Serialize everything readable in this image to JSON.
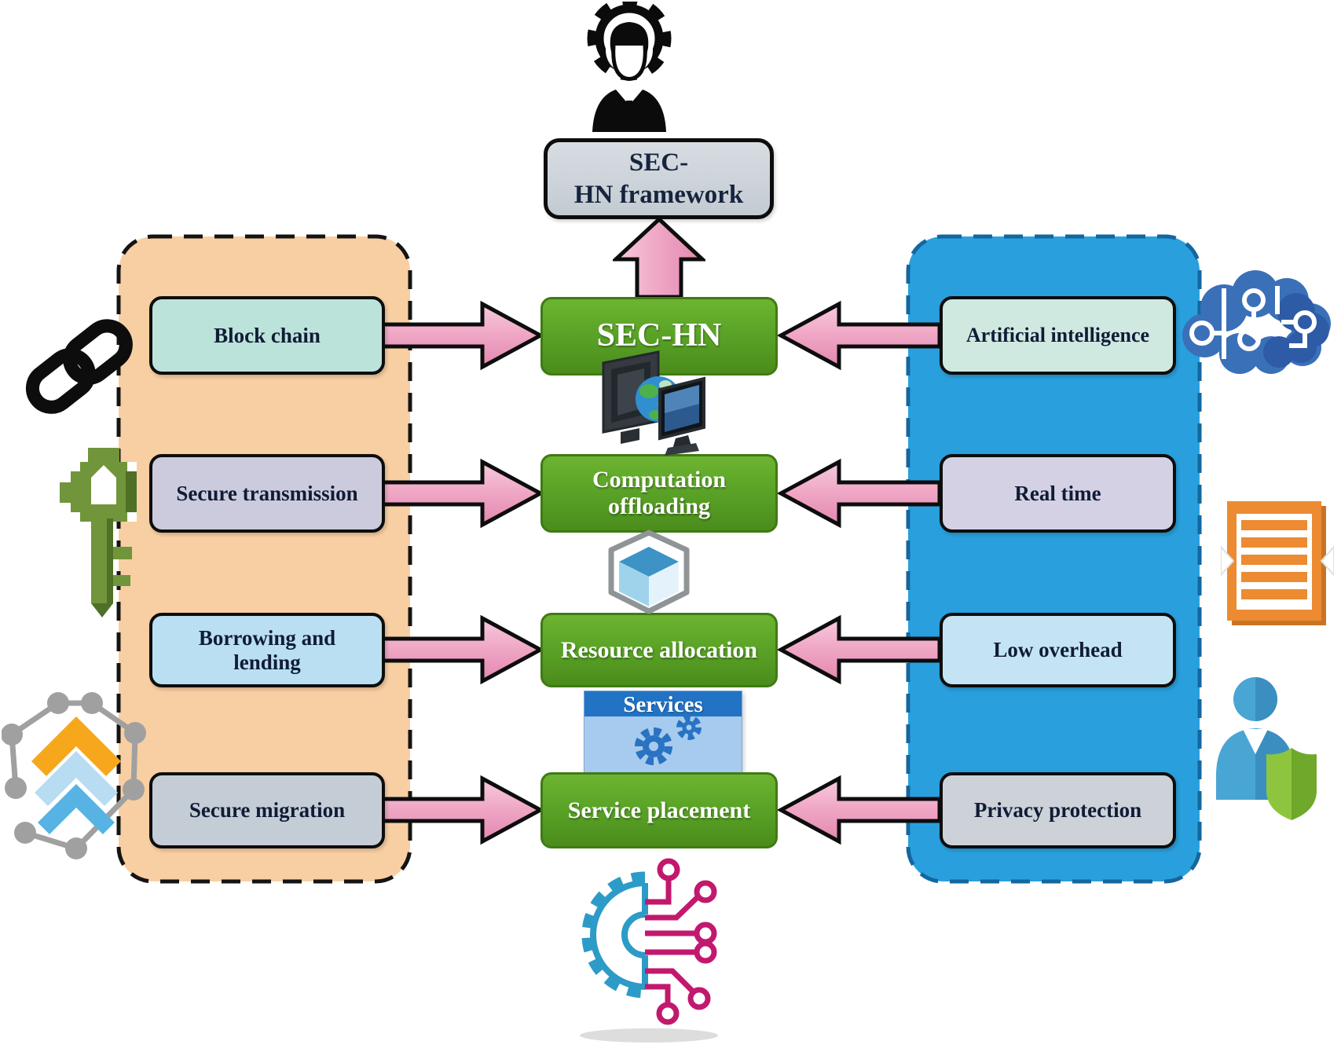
{
  "diagram": {
    "framework_box": {
      "line1": "SEC-",
      "line2": "HN framework"
    },
    "core": {
      "main": "SEC-HN",
      "computation_offloading": "Computation offloading",
      "resource_allocation": "Resource allocation",
      "services_banner": "Services",
      "service_placement": "Service placement"
    },
    "technologies": {
      "items": [
        "Block chain",
        "Secure transmission",
        "Borrowing and lending",
        "Secure migration"
      ]
    },
    "requirements": {
      "items": [
        "Artificial intelligence",
        "Real time",
        "Low overhead",
        "Privacy protection"
      ]
    },
    "colors": {
      "left_group_fill": "#f8cfa2",
      "right_group_fill": "#29a0dd",
      "core_green": "#58a025",
      "arrow_pink": "#f0a9c6",
      "framework_fill": "#c9d0d7",
      "services_header_blue": "#2273c4",
      "services_body_blue": "#a6cbee",
      "box_block_chain": "#bce3da",
      "box_secure_transmission": "#cccbde",
      "box_borrowing_lending": "#badff2",
      "box_secure_migration": "#c4cdd6",
      "box_artificial_intelligence": "#cfe9e1",
      "box_real_time": "#d4d1e5",
      "box_low_overhead": "#c4e4f3",
      "box_privacy_protection": "#ccd2d8"
    },
    "icons": [
      "engineer-gear-icon",
      "chain-link-icon",
      "key-icon",
      "blockchain-hex-icon",
      "monitors-globe-icon",
      "cube-package-icon",
      "services-gears-icon",
      "ai-brain-circuit-icon",
      "list-document-icon",
      "user-shield-icon",
      "gear-circuit-icon"
    ]
  }
}
